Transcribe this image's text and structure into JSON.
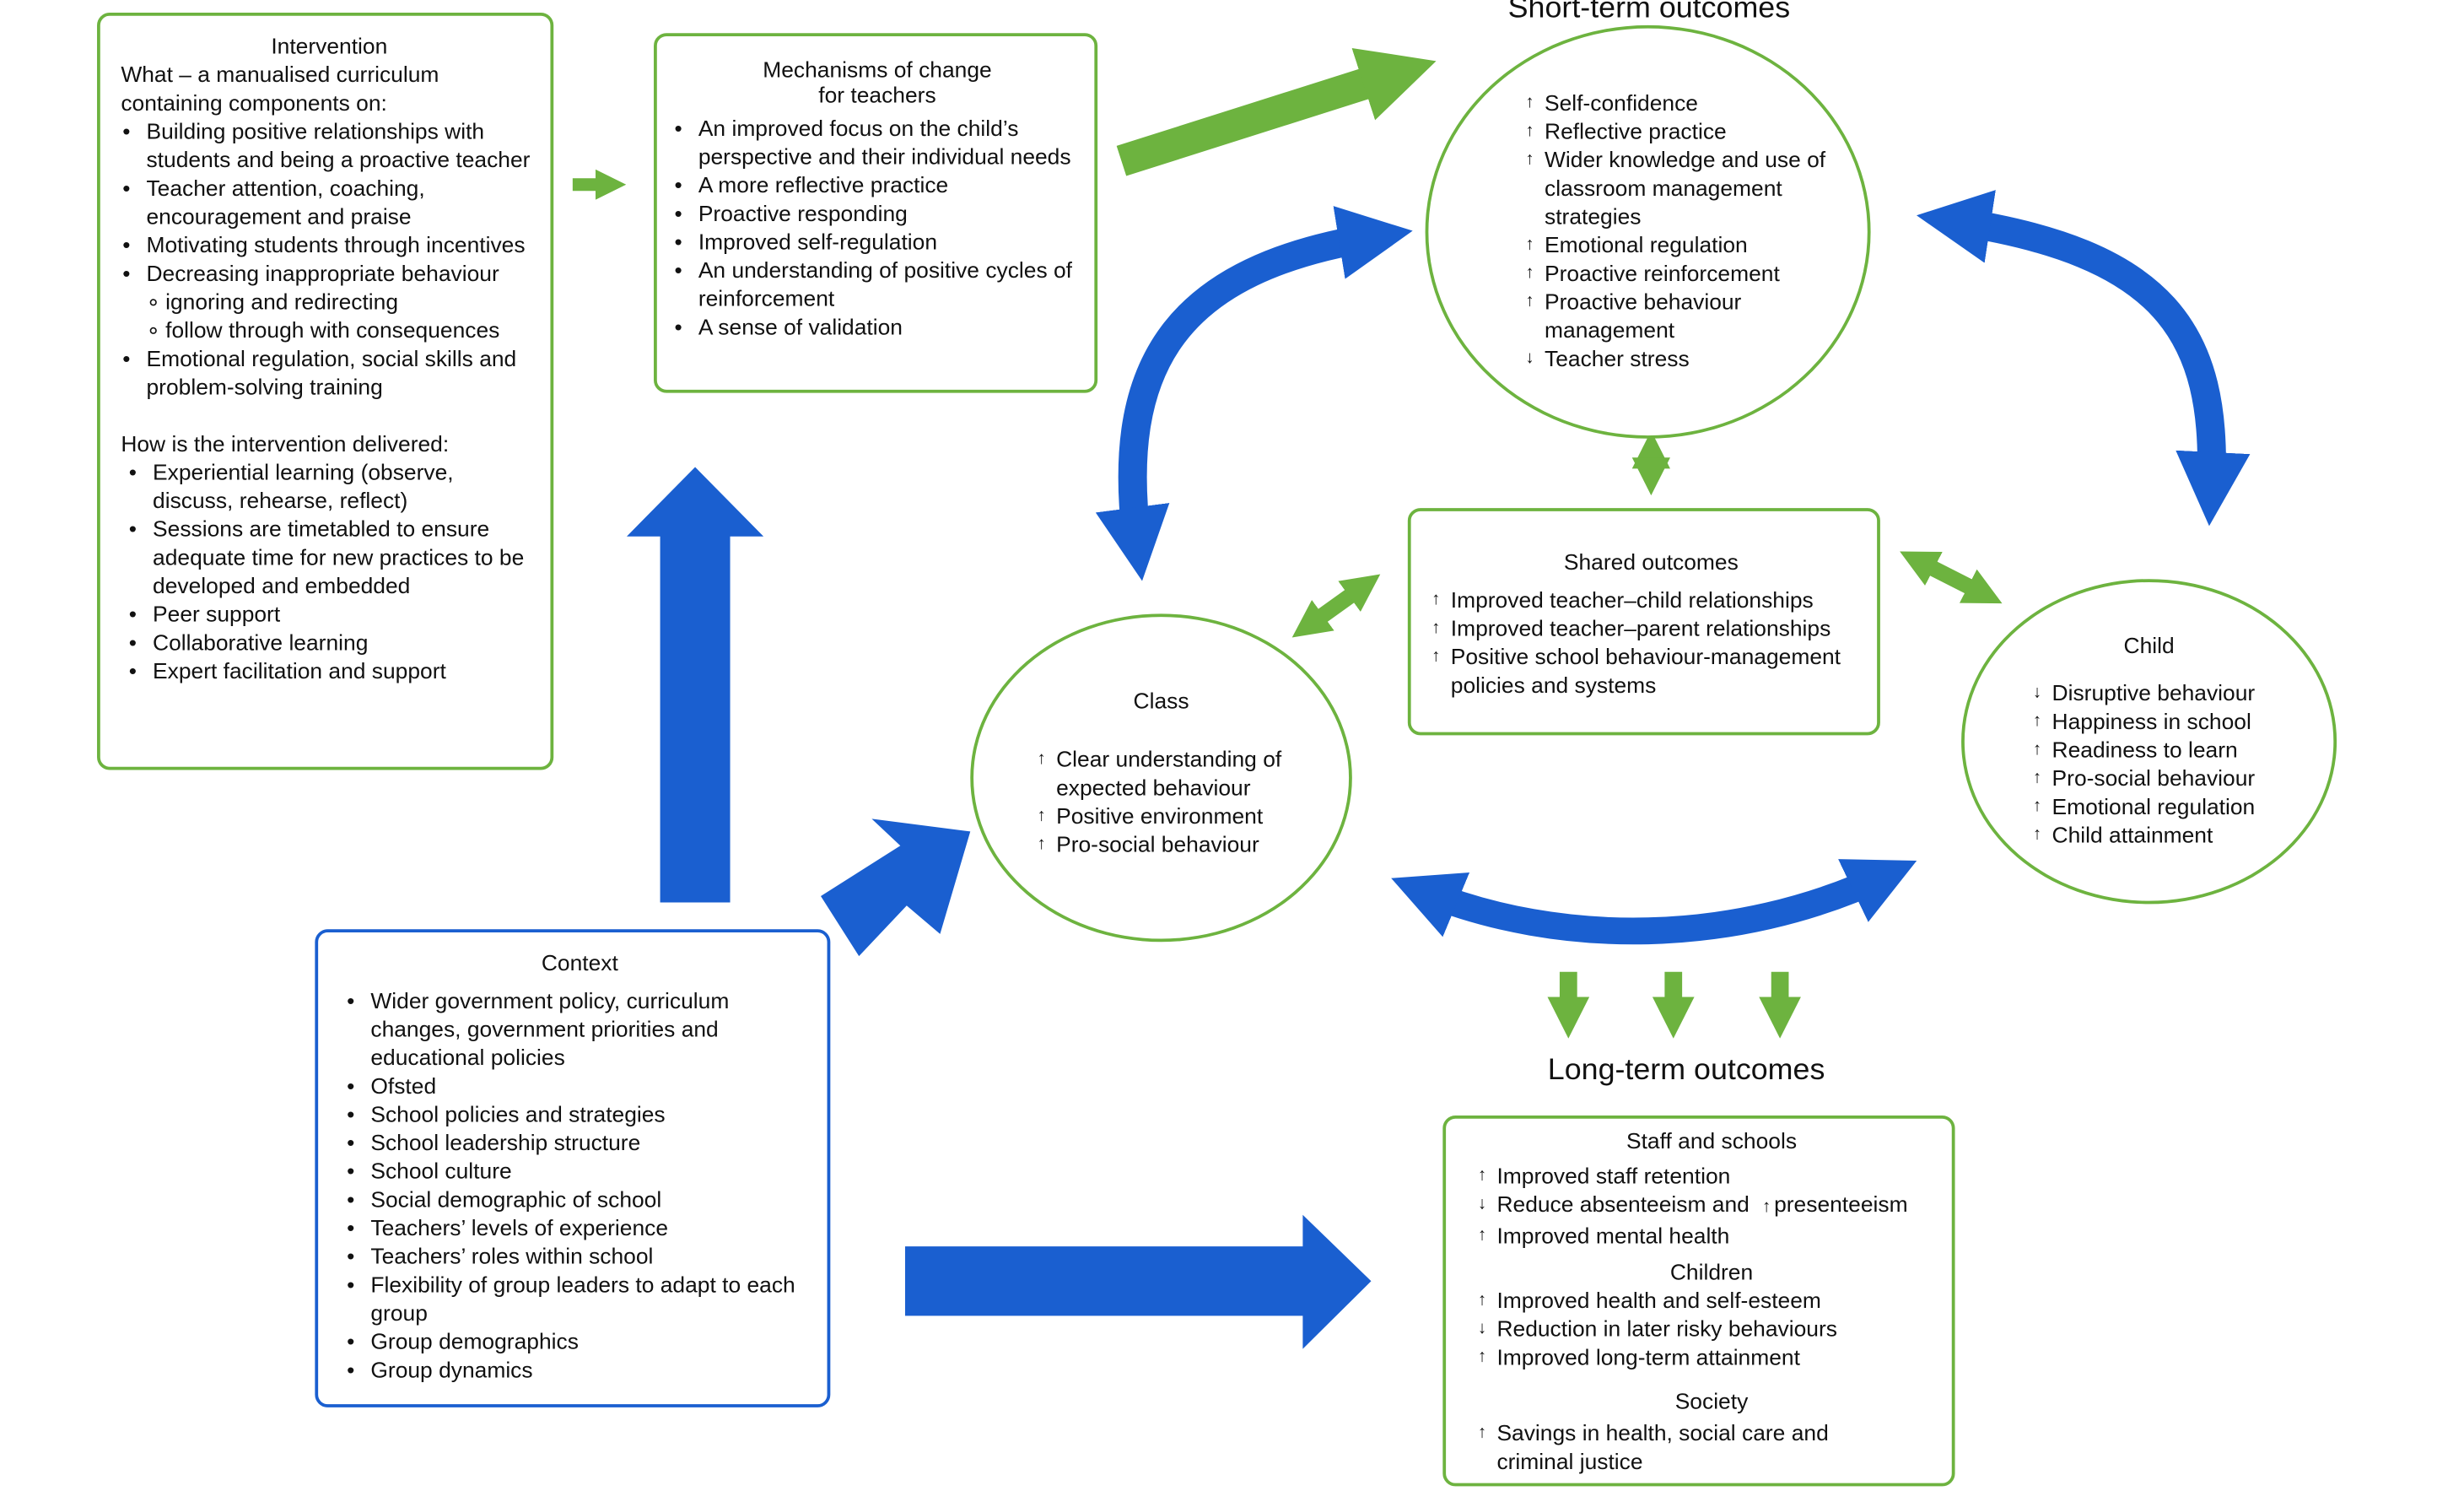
{
  "intervention": {
    "title": "Intervention",
    "what_label": "What – a manualised curriculum containing components on:",
    "components": [
      "Building positive relationships with students and being a proactive teacher",
      "Teacher attention, coaching, encouragement and praise",
      "Motivating students through incentives",
      "Decreasing inappropriate behaviour"
    ],
    "subcomponents": [
      "ignoring and redirecting",
      "follow through with consequences"
    ],
    "last_component": "Emotional regulation, social skills and problem-solving training",
    "how_label": "How is the intervention delivered:",
    "delivery": [
      "Experiential learning (observe, discuss, rehearse, reflect)",
      "Sessions are timetabled to ensure adequate time for new practices to be developed and embedded",
      "Peer support",
      "Collaborative learning",
      "Expert facilitation and support"
    ]
  },
  "mechanisms": {
    "title_line1": "Mechanisms of change",
    "title_line2": "for teachers",
    "items": [
      "An improved focus on the child’s perspective and their individual needs",
      "A more reflective practice",
      "Proactive responding",
      "Improved self-regulation",
      "An understanding of positive cycles of reinforcement",
      "A sense of validation"
    ]
  },
  "short_term": {
    "heading": "Short-term outcomes",
    "items": [
      {
        "dir": "up",
        "text": "Self-confidence"
      },
      {
        "dir": "up",
        "text": "Reflective practice"
      },
      {
        "dir": "up",
        "text": "Wider knowledge and use of classroom management strategies"
      },
      {
        "dir": "up",
        "text": "Emotional regulation"
      },
      {
        "dir": "up",
        "text": "Proactive reinforcement"
      },
      {
        "dir": "up",
        "text": "Proactive behaviour management"
      },
      {
        "dir": "down",
        "text": "Teacher stress"
      }
    ]
  },
  "shared": {
    "title": "Shared outcomes",
    "items": [
      {
        "dir": "up",
        "text": "Improved teacher–child relationships"
      },
      {
        "dir": "up",
        "text": "Improved teacher–parent relationships"
      },
      {
        "dir": "up",
        "text": "Positive school behaviour-management policies and systems"
      }
    ]
  },
  "class": {
    "title": "Class",
    "items": [
      {
        "dir": "up",
        "text": "Clear understanding of expected behaviour"
      },
      {
        "dir": "up",
        "text": "Positive environment"
      },
      {
        "dir": "up",
        "text": "Pro-social behaviour"
      }
    ]
  },
  "child": {
    "title": "Child",
    "items": [
      {
        "dir": "down",
        "text": "Disruptive behaviour"
      },
      {
        "dir": "up",
        "text": "Happiness in school"
      },
      {
        "dir": "up",
        "text": "Readiness to learn"
      },
      {
        "dir": "up",
        "text": "Pro-social behaviour"
      },
      {
        "dir": "up",
        "text": "Emotional regulation"
      },
      {
        "dir": "up",
        "text": "Child attainment"
      }
    ]
  },
  "context": {
    "title": "Context",
    "items": [
      "Wider government policy, curriculum changes, government priorities and educational policies",
      "Ofsted",
      "School policies and strategies",
      "School leadership structure",
      "School culture",
      "Social demographic of school",
      "Teachers’ levels of experience",
      "Teachers’ roles within school",
      "Flexibility of group leaders to adapt to each group",
      "Group demographics",
      "Group dynamics"
    ]
  },
  "long_term": {
    "heading": "Long-term outcomes",
    "staff": {
      "title": "Staff and schools",
      "item1": "Improved staff retention",
      "item2": "Reduce absenteeism and",
      "item2b": "presenteeism",
      "item3": "Improved mental health"
    },
    "children": {
      "title": "Children",
      "items": [
        {
          "dir": "up",
          "text": "Improved health and self-esteem"
        },
        {
          "dir": "down",
          "text": "Reduction in later risky behaviours"
        },
        {
          "dir": "up",
          "text": "Improved long-term attainment"
        }
      ]
    },
    "society": {
      "title": "Society",
      "items": [
        {
          "dir": "up",
          "text": "Savings in health, social care and criminal justice"
        }
      ]
    }
  },
  "colors": {
    "green": "#6db33f",
    "blue": "#1a5fd0"
  }
}
